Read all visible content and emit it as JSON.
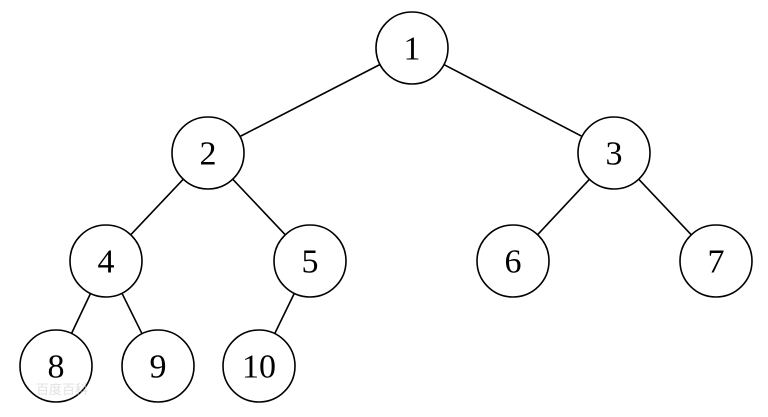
{
  "tree": {
    "nodes": [
      {
        "id": "1",
        "label": "1"
      },
      {
        "id": "2",
        "label": "2"
      },
      {
        "id": "3",
        "label": "3"
      },
      {
        "id": "4",
        "label": "4"
      },
      {
        "id": "5",
        "label": "5"
      },
      {
        "id": "6",
        "label": "6"
      },
      {
        "id": "7",
        "label": "7"
      },
      {
        "id": "8",
        "label": "8"
      },
      {
        "id": "9",
        "label": "9"
      },
      {
        "id": "10",
        "label": "10"
      }
    ],
    "edges": [
      {
        "from": "1",
        "to": "2"
      },
      {
        "from": "1",
        "to": "3"
      },
      {
        "from": "2",
        "to": "4"
      },
      {
        "from": "2",
        "to": "5"
      },
      {
        "from": "3",
        "to": "6"
      },
      {
        "from": "3",
        "to": "7"
      },
      {
        "from": "4",
        "to": "8"
      },
      {
        "from": "4",
        "to": "9"
      },
      {
        "from": "5",
        "to": "10"
      }
    ]
  },
  "watermark": {
    "text": "百度百科"
  },
  "colors": {
    "stroke": "#000000",
    "node_fill": "#ffffff",
    "background": "#ffffff"
  }
}
